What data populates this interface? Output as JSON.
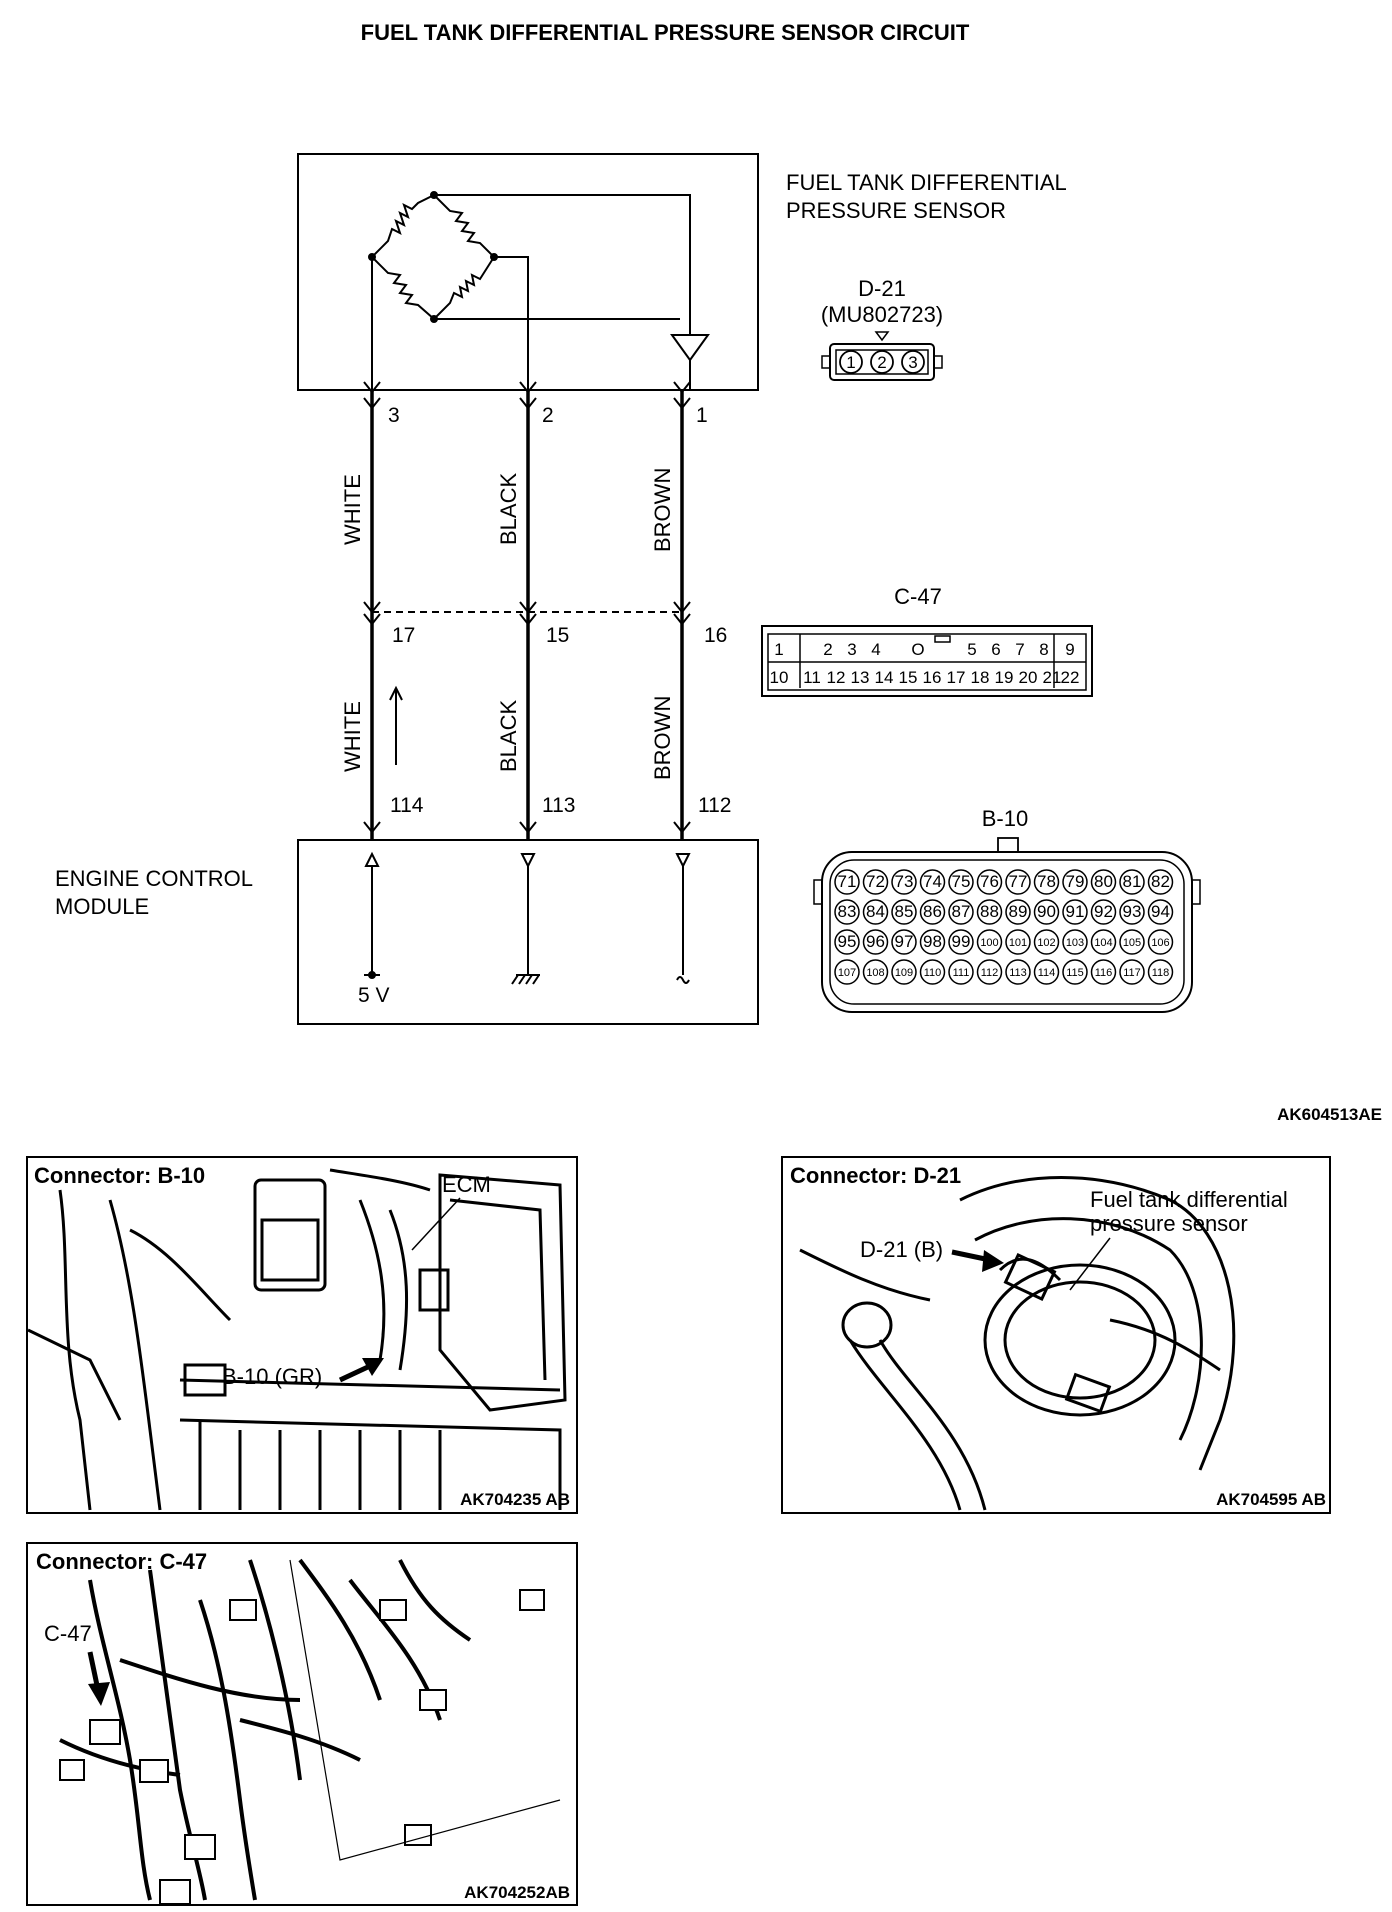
{
  "title": "FUEL TANK DIFFERENTIAL PRESSURE SENSOR CIRCUIT",
  "sensor": {
    "label_line1": "FUEL TANK DIFFERENTIAL",
    "label_line2": "PRESSURE SENSOR",
    "pins": [
      "3",
      "2",
      "1"
    ]
  },
  "wires_upper": [
    "WHITE",
    "BLACK",
    "BROWN"
  ],
  "wires_lower": [
    "WHITE",
    "BLACK",
    "BROWN"
  ],
  "junction_pins": [
    "17",
    "15",
    "16"
  ],
  "ecm": {
    "label_line1": "ENGINE CONTROL",
    "label_line2": "MODULE",
    "pins": [
      "114",
      "113",
      "112"
    ],
    "supply": "5 V"
  },
  "connector_d21": {
    "name": "D-21",
    "part": "(MU802723)",
    "pins": [
      "1",
      "2",
      "3"
    ]
  },
  "connector_c47": {
    "name": "C-47",
    "row1": [
      "1",
      "2",
      "3",
      "4",
      "O",
      "5",
      "6",
      "7",
      "8",
      "9"
    ],
    "row2": [
      "10",
      "11",
      "12",
      "13",
      "14",
      "15",
      "16",
      "17",
      "18",
      "19",
      "20",
      "21",
      "22"
    ]
  },
  "connector_b10": {
    "name": "B-10",
    "rows": [
      [
        "71",
        "72",
        "73",
        "74",
        "75",
        "76",
        "77",
        "78",
        "79",
        "80",
        "81",
        "82"
      ],
      [
        "83",
        "84",
        "85",
        "86",
        "87",
        "88",
        "89",
        "90",
        "91",
        "92",
        "93",
        "94"
      ],
      [
        "95",
        "96",
        "97",
        "98",
        "99",
        "100",
        "101",
        "102",
        "103",
        "104",
        "105",
        "106"
      ],
      [
        "107",
        "108",
        "109",
        "110",
        "111",
        "112",
        "113",
        "114",
        "115",
        "116",
        "117",
        "118"
      ]
    ]
  },
  "diagram_code": "AK604513AE",
  "photos": {
    "b10": {
      "title": "Connector: B-10",
      "callouts": [
        "ECM",
        "B-10 (GR)"
      ],
      "code": "AK704235 AB"
    },
    "d21": {
      "title": "Connector: D-21",
      "callouts": [
        "Fuel tank differential",
        "pressure sensor",
        "D-21 (B)"
      ],
      "code": "AK704595 AB"
    },
    "c47": {
      "title": "Connector: C-47",
      "callouts": [
        "C-47"
      ],
      "code": "AK704252AB"
    }
  }
}
